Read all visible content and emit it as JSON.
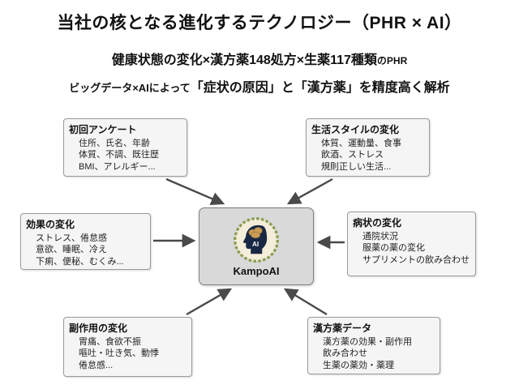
{
  "title": "当社の核となる進化するテクノロジー（PHR × AI）",
  "subtitle": {
    "main": "健康状態の変化×漢方薬148処方×生薬117種類",
    "small_suffix": "のPHR"
  },
  "tagline": {
    "prefix": "ビッグデータ×AIによって",
    "emphasis": "「症状の原因」と「漢方薬」を精度高く解析"
  },
  "center": {
    "ai_badge": "AI",
    "name": "KampoAI"
  },
  "boxes": [
    {
      "id": "initial-survey",
      "title": "初回アンケート",
      "lines": [
        "住所、氏名、年齢",
        "体質、不調、既往歴",
        "BMI、アレルギー..."
      ]
    },
    {
      "id": "lifestyle-change",
      "title": "生活スタイルの変化",
      "lines": [
        "体質、運動量、食事",
        "飲酒、ストレス",
        "規則正しい生活..."
      ]
    },
    {
      "id": "effect-change",
      "title": "効果の変化",
      "lines": [
        "ストレス、倦怠感",
        "意欲、睡眠、冷え",
        "下痢、便秘、むくみ..."
      ]
    },
    {
      "id": "symptom-change",
      "title": "病状の変化",
      "lines": [
        "通院状況",
        "服薬の薬の変化",
        "サプリメントの飲み合わせ"
      ]
    },
    {
      "id": "side-effect-change",
      "title": "副作用の変化",
      "lines": [
        "胃痛、食欲不振",
        "嘔吐・吐き気、動悸",
        "倦怠感..."
      ]
    },
    {
      "id": "kampo-data",
      "title": "漢方薬データ",
      "lines": [
        "漢方薬の効果・副作用",
        "飲み合わせ",
        "生薬の薬効・薬理"
      ]
    }
  ],
  "colors": {
    "arrow": "#4a4a4a",
    "box_bg": "#f5f5f5",
    "box_border": "#9a9a9a",
    "center_bg": "#d9d9d9",
    "wreath_ring": "#8a9b50",
    "head_silhouette": "#182844",
    "brain": "#c99c55"
  }
}
